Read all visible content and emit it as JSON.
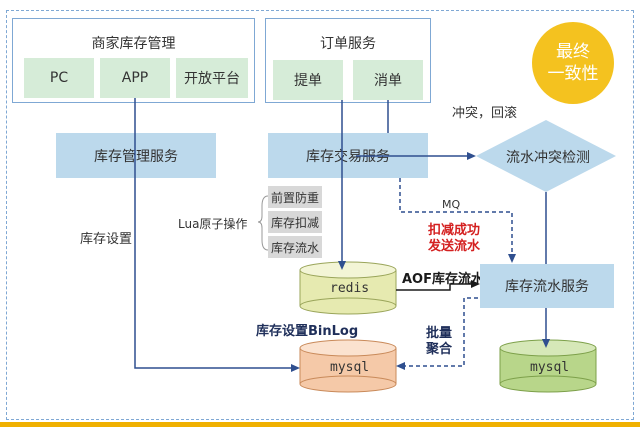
{
  "consistency_badge": {
    "line1": "最终",
    "line2": "一致性",
    "color": "#f4c21f"
  },
  "merchant_group": {
    "title": "商家库存管理",
    "items": [
      "PC",
      "APP",
      "开放平台"
    ]
  },
  "order_group": {
    "title": "订单服务",
    "items": [
      "提单",
      "消单"
    ]
  },
  "services": {
    "inventory_mgmt": "库存管理服务",
    "inventory_trade": "库存交易服务",
    "conflict_detect": "流水冲突检测",
    "inventory_flow": "库存流水服务"
  },
  "lua_ops": {
    "label": "Lua原子操作",
    "items": [
      "前置防重",
      "库存扣减",
      "库存流水"
    ]
  },
  "stores": {
    "redis": "redis",
    "mysql_main": "mysql",
    "mysql_flow": "mysql"
  },
  "edge_labels": {
    "conflict_rollback": "冲突，回滚",
    "inventory_setting": "库存设置",
    "mq": "MQ",
    "deduct_success": "扣减成功",
    "send_flow": "发送流水",
    "aof_flow": "AOF库存流水",
    "binlog": "库存设置BinLog",
    "batch": "批量",
    "aggregate": "聚合"
  }
}
